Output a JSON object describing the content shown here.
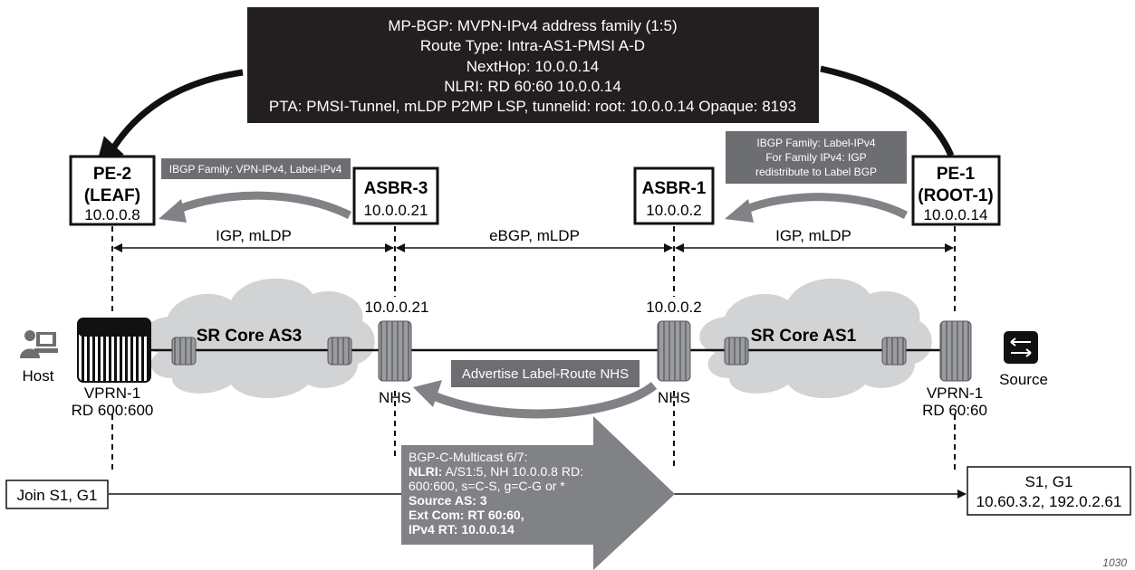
{
  "header_box": {
    "lines": [
      "MP-BGP: MVPN-IPv4 address family (1:5)",
      "Route Type: Intra-AS1-PMSI A-D",
      "NextHop: 10.0.0.14",
      "NLRI: RD 60:60 10.0.0.14",
      "PTA: PMSI-Tunnel, mLDP P2MP LSP, tunnelid: root: 10.0.0.14 Opaque: 8193"
    ]
  },
  "nodes": {
    "pe2": {
      "title_1": "PE-2",
      "title_2": "(LEAF)",
      "ip": "10.0.0.8"
    },
    "asbr3": {
      "title": "ASBR-3",
      "ip": "10.0.0.21"
    },
    "asbr1": {
      "title": "ASBR-1",
      "ip": "10.0.0.2"
    },
    "pe1": {
      "title_1": "PE-1",
      "title_2": "(ROOT-1)",
      "ip": "10.0.0.14"
    }
  },
  "banners": {
    "left": "IBGP Family: VPN-IPv4, Label-IPv4",
    "right": [
      "IBGP Family: Label-IPv4",
      "For Family IPv4: IGP",
      "redistribute to Label BGP"
    ],
    "advertise": "Advertise Label-Route NHS"
  },
  "segments": {
    "left": "IGP, mLDP",
    "middle": "eBGP, mLDP",
    "right": "IGP, mLDP"
  },
  "router_labels": {
    "asbr3_ip": "10.0.0.21",
    "asbr1_ip": "10.0.0.2",
    "nhs_left": "NHS",
    "nhs_right": "NHS"
  },
  "clouds": {
    "left": "SR Core AS3",
    "right": "SR Core AS1"
  },
  "endpoints": {
    "host": "Host",
    "source": "Source",
    "vprn_left": [
      "VPRN-1",
      "RD 600:600"
    ],
    "vprn_right": [
      "VPRN-1",
      "RD 60:60"
    ]
  },
  "bottom": {
    "join": "Join S1, G1",
    "target": [
      "S1, G1",
      "10.60.3.2, 192.0.2.61"
    ],
    "arrow_title": "BGP-C-Multicast 6/7:",
    "nlri_label": "NLRI:",
    "nlri_1": " A/S1:5, NH 10.0.0.8 RD:",
    "nlri_2": "600:600, s=C-S, g=C-G or *",
    "source_as": "Source AS: 3",
    "ext_com": "Ext Com: RT 60:60,",
    "ipv4_rt": "IPv4 RT: 10.0.0.14"
  },
  "figure_id": "1030",
  "colors": {
    "dark_box": "#231f20",
    "banner_gray": "#6d6e71",
    "arrow_gray": "#808285",
    "cloud_gray": "#d1d3d4",
    "router_gray": "#8a8c8f"
  }
}
